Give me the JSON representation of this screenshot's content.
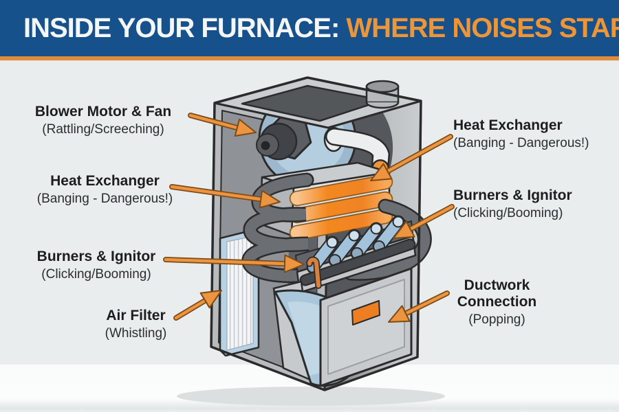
{
  "header": {
    "title_part1": "INSIDE YOUR FURNACE:",
    "title_part2": "WHERE NOISES START"
  },
  "labels": {
    "left": [
      {
        "name": "Blower Motor & Fan",
        "noise": "(Rattling/Screeching)"
      },
      {
        "name": "Heat Exchanger",
        "noise": "(Banging - Dangerous!)"
      },
      {
        "name": "Burners & Ignitor",
        "noise": "(Clicking/Booming)"
      },
      {
        "name": "Air Filter",
        "noise": "(Whistling)"
      }
    ],
    "right": [
      {
        "name": "Heat Exchanger",
        "noise": "(Banging - Dangerous!)"
      },
      {
        "name": "Burners & Ignitor",
        "noise": "(Clicking/Booming)"
      },
      {
        "name": "Ductwork Connection",
        "noise": "(Popping)"
      }
    ]
  },
  "colors": {
    "banner_blue": "#17518c",
    "banner_orange_stripe": "#e08c3e",
    "title_white": "#f4f6f8",
    "title_orange": "#ee9537",
    "arrow_orange": "#ec9440",
    "arrow_outline": "#7c4c18",
    "heat_exchanger_orange": "#f3871f",
    "component_blue": "#a9c4d8",
    "cabinet_gray": "#c6cacd",
    "interior_gray": "#5c6064",
    "background": "#e9edee",
    "text_dark": "#1c1d1f"
  }
}
